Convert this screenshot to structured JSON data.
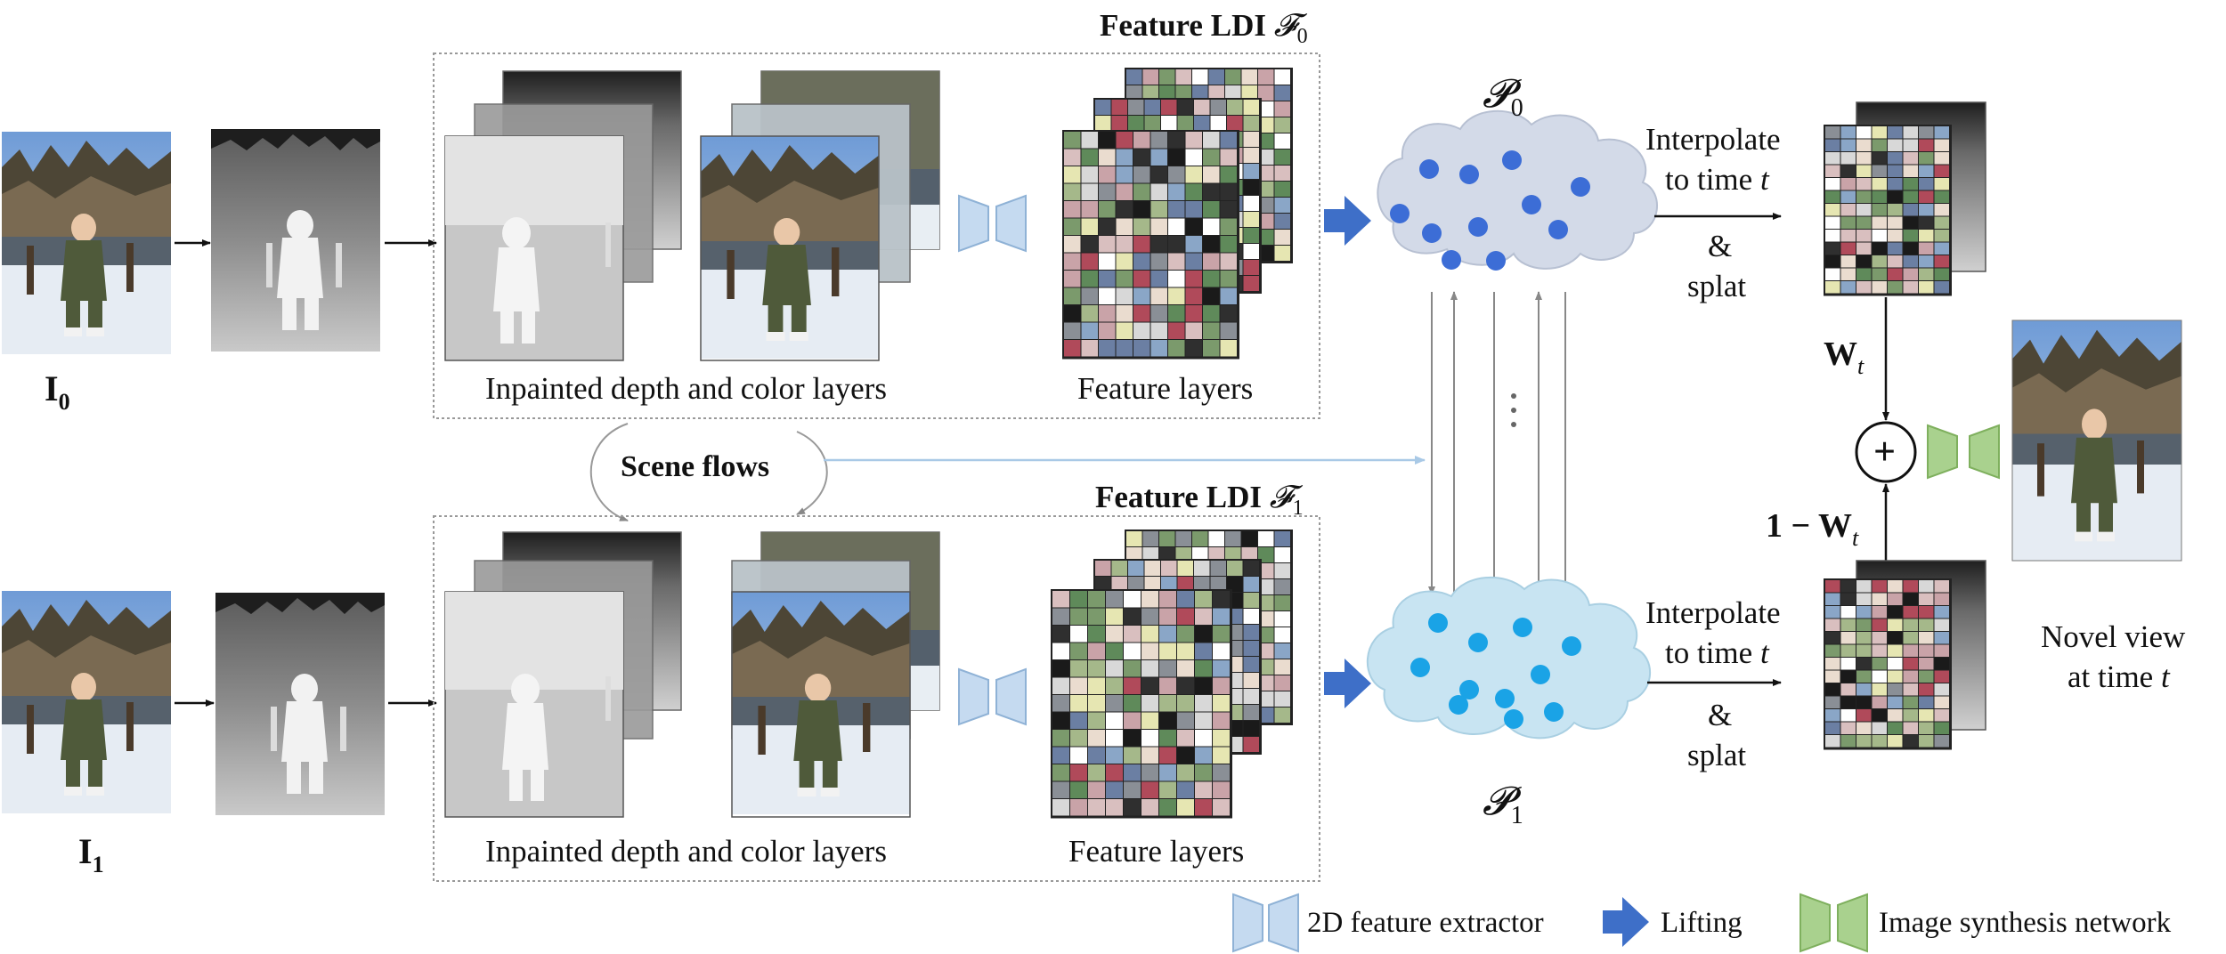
{
  "colors": {
    "extractor_fill": "#c5daf0",
    "extractor_stroke": "#8fb2d6",
    "lifting_arrow": "#3e6fc8",
    "synth_fill": "#a9d18e",
    "synth_stroke": "#7fb05e",
    "cloud0_fill": "#d3dae8",
    "cloud0_dot": "#3c6dd6",
    "cloud1_fill": "#c8e4f2",
    "cloud1_dot": "#1aa3e6",
    "scene_flow_line": "#a9c9e6",
    "gray_line": "#999999"
  },
  "feature_palette": [
    "#b04a5a",
    "#7b9a6c",
    "#e6e6b2",
    "#d9bfbf",
    "#8a8f96",
    "#2f2f2f",
    "#ffffff",
    "#6b7fa3",
    "#c9a3a8",
    "#5f8a5a",
    "#d8d8d8",
    "#a5b88a",
    "#1a1a1a",
    "#eadccf",
    "#8aa6c7"
  ],
  "panel_top": {
    "title": "Feature LDI",
    "title_symbol": "𝓕",
    "title_sub": "0",
    "caption_layers": "Inpainted depth and color layers",
    "caption_features": "Feature layers"
  },
  "panel_bottom": {
    "title": "Feature LDI",
    "title_symbol": "𝓕",
    "title_sub": "1",
    "caption_layers": "Inpainted depth and color layers",
    "caption_features": "Feature layers"
  },
  "input_top": {
    "symbol": "I",
    "sub": "0"
  },
  "input_bottom": {
    "symbol": "I",
    "sub": "1"
  },
  "cloud_top": {
    "symbol": "𝓟",
    "sub": "0"
  },
  "cloud_bottom": {
    "symbol": "𝓟",
    "sub": "1"
  },
  "scene_flows": "Scene flows",
  "interp_top": {
    "line1": "Interpolate",
    "line2": "to time",
    "var": "t",
    "amp": "&",
    "line3": "splat"
  },
  "interp_bottom": {
    "line1": "Interpolate",
    "line2": "to time",
    "var": "t",
    "amp": "&",
    "line3": "splat"
  },
  "weight_top": {
    "symbol": "W",
    "sub": "t"
  },
  "weight_bottom": {
    "prefix": "1 − ",
    "symbol": "W",
    "sub": "t"
  },
  "plus": "+",
  "output": {
    "line1": "Novel view",
    "line2": "at time",
    "var": "t"
  },
  "legend": {
    "extractor": "2D feature extractor",
    "lifting": "Lifting",
    "synthesis": "Image synthesis network"
  }
}
